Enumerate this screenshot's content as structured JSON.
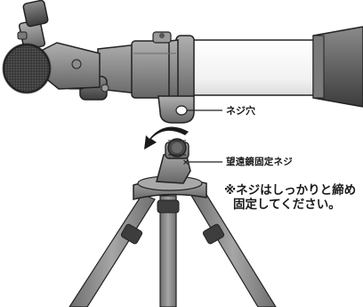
{
  "labels": {
    "screw_hole": "ネジ穴",
    "fixing_screw": "望遠鏡固定ネジ",
    "notice_line1": "※ネジはしっかりと締め",
    "notice_line2": "固定してください。"
  },
  "colors": {
    "body_gray": "#8a8a8a",
    "tube_white": "#f7f7f7",
    "line": "#222222",
    "arrow": "#1a1a1a"
  }
}
